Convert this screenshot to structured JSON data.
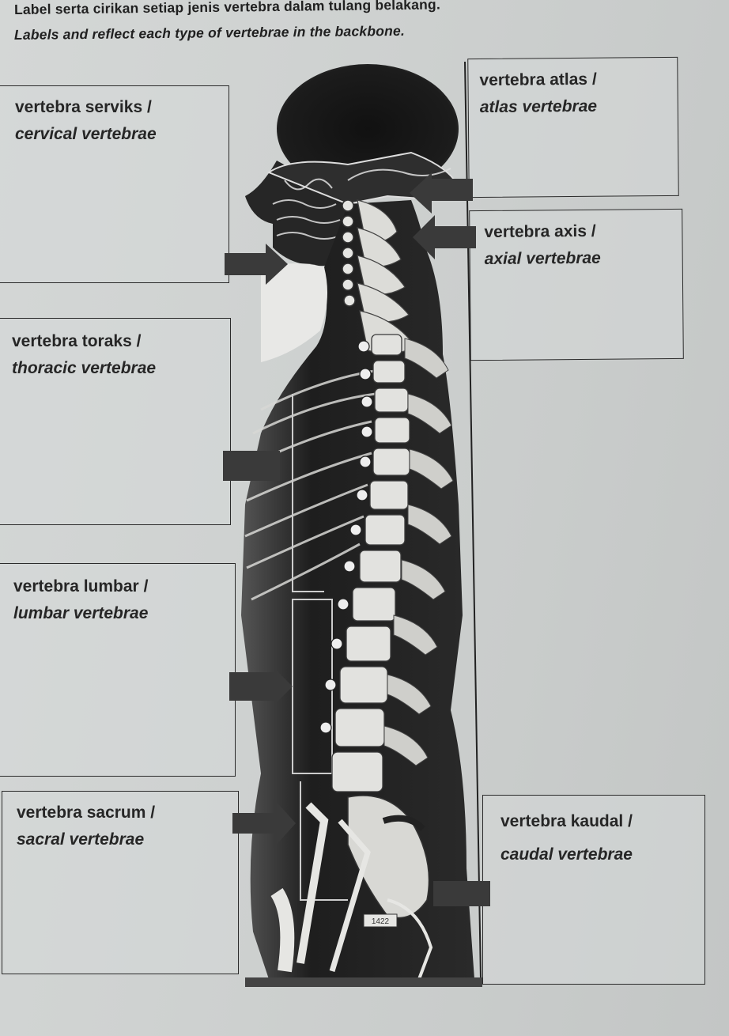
{
  "instructions": {
    "malay": "Label serta cirikan setiap jenis vertebra dalam tulang belakang.",
    "english": "Labels and reflect each type of vertebrae in the backbone."
  },
  "label_boxes": [
    {
      "id": "cervical",
      "malay": "vertebra serviks /",
      "english": "cervical vertebrae",
      "answer": ""
    },
    {
      "id": "thoracic",
      "malay": "vertebra toraks /",
      "english": "thoracic vertebrae",
      "answer": ""
    },
    {
      "id": "lumbar",
      "malay": "vertebra lumbar /",
      "english": "lumbar vertebrae",
      "answer": ""
    },
    {
      "id": "sacral",
      "malay": "vertebra sacrum /",
      "english": "sacral vertebrae",
      "answer": ""
    },
    {
      "id": "atlas",
      "malay": "vertebra atlas /",
      "english": "atlas vertebrae",
      "answer": ""
    },
    {
      "id": "axial",
      "malay": "vertebra axis /",
      "english": "axial vertebrae",
      "answer": ""
    },
    {
      "id": "caudal",
      "malay": "vertebra kaudal /",
      "english": "caudal vertebrae",
      "answer": ""
    }
  ],
  "figure": {
    "description": "Lateral view of human skeleton showing the vertebral column",
    "plate_label": "1422"
  },
  "colors": {
    "paper": "#cfd2d1",
    "ink": "#222222",
    "arrow": "#3a3a3a",
    "figure_dark": "#1a1a1a",
    "figure_bone": "#e6e6e3"
  }
}
